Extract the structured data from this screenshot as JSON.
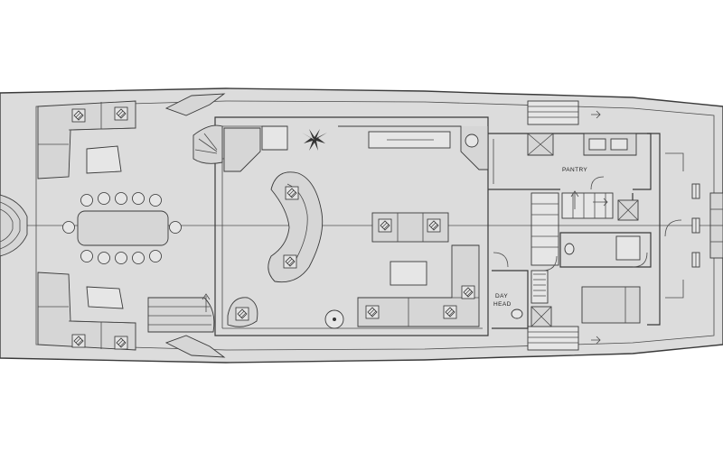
{
  "labels": {
    "pantry": "PANTRY",
    "day_head_line1": "DAY",
    "day_head_line2": "HEAD"
  },
  "icons": [
    "palm-tree-icon",
    "cushion-icon",
    "arrow-icon",
    "door-swing-icon"
  ],
  "colors": {
    "deck_fill": "#dcdcdc",
    "line": "#3a3a3a",
    "background": "#ffffff"
  }
}
